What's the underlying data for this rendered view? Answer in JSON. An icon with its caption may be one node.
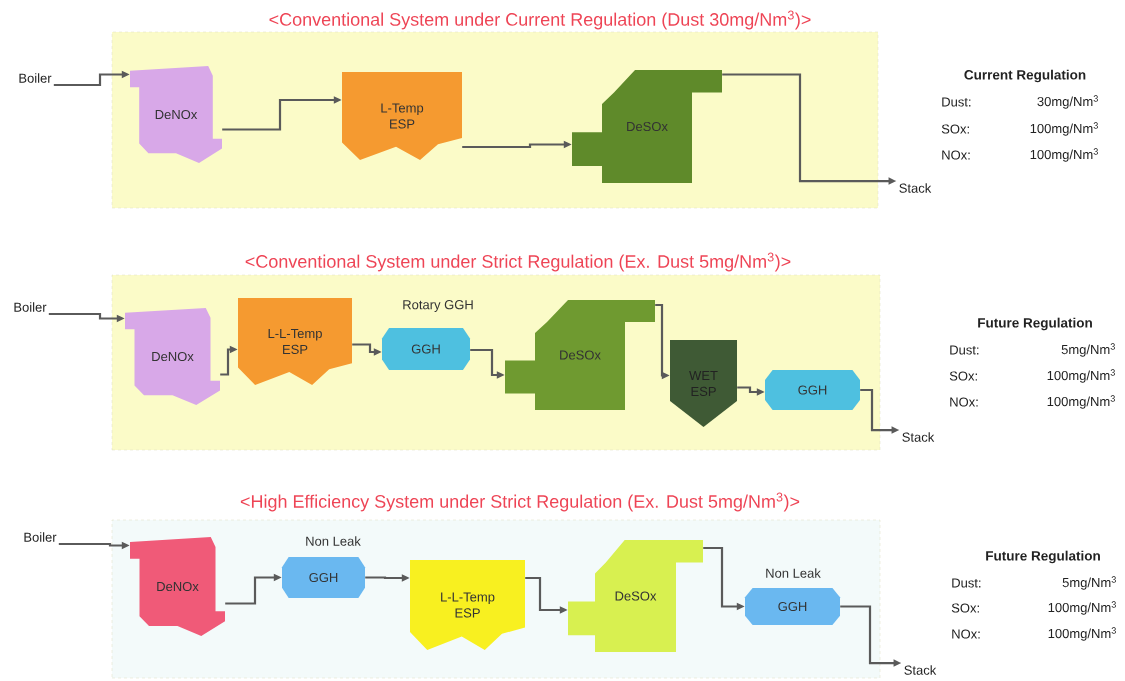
{
  "diagram": {
    "nodes": [
      {
        "text": [
          "<Conventional System under Current Regulation (Dust 30mg/Nm$^{3}$)>"
        ]
      },
      {
        "text": [
          "Boiler"
        ]
      },
      {
        "text": [
          "DeNOx"
        ],
        "in": 0
      },
      {
        "text": [
          "L-Temp ESP"
        ],
        "in": 0
      },
      {
        "text": [
          "DeSOx"
        ],
        "in": 0
      },
      {
        "text": [
          "Stack"
        ]
      },
      {
        "text": [
          "<Conventional System under Strict Regulation (Ex. Dust 5mg/Nm$^{3}$)>"
        ]
      },
      {
        "text": [
          "Boiler"
        ]
      },
      {
        "text": [
          "DeNOx"
        ],
        "in": 6
      },
      {
        "text": [
          "L-L-Temp ESP"
        ],
        "in": 6
      },
      {
        "text": [
          "GGH"
        ],
        "in": 6,
        "beside": [
          "Rotary GGH"
        ]
      },
      {
        "text": [
          "DeSOx"
        ],
        "in": 6
      },
      {
        "text": [
          "WET ESP"
        ],
        "in": 6
      },
      {
        "text": [
          "GGH"
        ],
        "in": 6
      },
      {
        "text": [
          "Stack"
        ]
      },
      {
        "text": [
          "<High Efficiency System under Strict Regulation (Ex. Dust 5mg/Nm$^{3}$)>"
        ]
      },
      {
        "text": [
          "Boiler"
        ]
      },
      {
        "text": [
          "DeNOx"
        ],
        "in": 15
      },
      {
        "text": [
          "GGH"
        ],
        "in": 15,
        "beside": [
          "Non Leak"
        ]
      },
      {
        "text": [
          "L-L-Temp ESP"
        ],
        "in": 15
      },
      {
        "text": [
          "DeSOx"
        ],
        "in": 15
      },
      {
        "text": [
          "GGH"
        ],
        "in": 15,
        "beside": [
          "Non Leak"
        ]
      },
      {
        "text": [
          "Stack"
        ]
      }
    ],
    "edges": [
      {
        "from": 1,
        "to": 2,
        "arrow": "to"
      },
      {
        "from": 2,
        "to": 3,
        "arrow": "to"
      },
      {
        "from": 3,
        "to": 4,
        "arrow": "to"
      },
      {
        "from": 4,
        "to": 5,
        "arrow": "to"
      },
      {
        "from": 7,
        "to": 8,
        "arrow": "to"
      },
      {
        "from": 8,
        "to": 9,
        "arrow": "to"
      },
      {
        "from": 9,
        "to": 10,
        "arrow": "to"
      },
      {
        "from": 10,
        "to": 11,
        "arrow": "to"
      },
      {
        "from": 11,
        "to": 12,
        "arrow": "to"
      },
      {
        "from": 12,
        "to": 13,
        "arrow": "to"
      },
      {
        "from": 13,
        "to": 14,
        "arrow": "to"
      },
      {
        "from": 16,
        "to": 17,
        "arrow": "to"
      },
      {
        "from": 17,
        "to": 18,
        "arrow": "to"
      },
      {
        "from": 18,
        "to": 19,
        "arrow": "to"
      },
      {
        "from": 19,
        "to": 20,
        "arrow": "to"
      },
      {
        "from": 20,
        "to": 21,
        "arrow": "to"
      },
      {
        "from": 21,
        "to": 22,
        "arrow": "to"
      }
    ],
    "labels": [
      "Current Regulation",
      "Dust:",
      "30mg/Nm$^{3}$",
      "SOx:",
      "100mg/Nm$^{3}$",
      "NOx:",
      "100mg/Nm$^{3}$",
      "Future Regulation",
      "Dust:",
      "5mg/Nm$^{3}$",
      "SOx:",
      "100mg/Nm$^{3}$",
      "NOx:",
      "100mg/Nm$^{3}$",
      "Future Regulation",
      "Dust:",
      "5mg/Nm$^{3}$",
      "SOx:",
      "100mg/Nm$^{3}$",
      "NOx:",
      "100mg/Nm$^{3}$"
    ]
  }
}
